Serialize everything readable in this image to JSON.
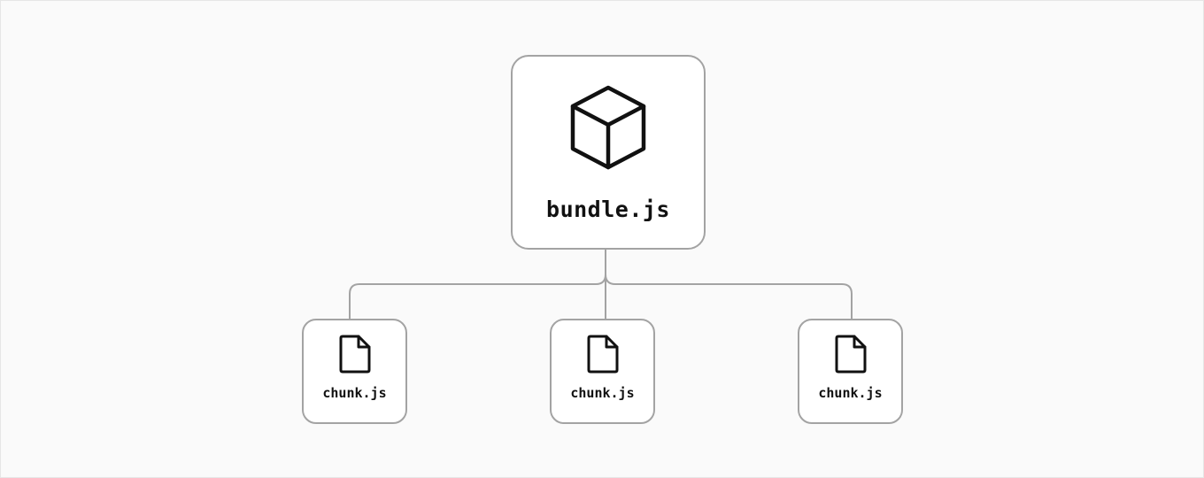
{
  "diagram": {
    "root": {
      "label": "bundle.js",
      "icon": "package-cube-icon"
    },
    "children": [
      {
        "label": "chunk.js",
        "icon": "file-icon"
      },
      {
        "label": "chunk.js",
        "icon": "file-icon"
      },
      {
        "label": "chunk.js",
        "icon": "file-icon"
      }
    ],
    "colors": {
      "background": "#fafafa",
      "node_fill": "#ffffff",
      "node_border": "#a3a3a3",
      "connector": "#a3a3a3",
      "icon_stroke": "#111111",
      "text": "#111111"
    }
  }
}
